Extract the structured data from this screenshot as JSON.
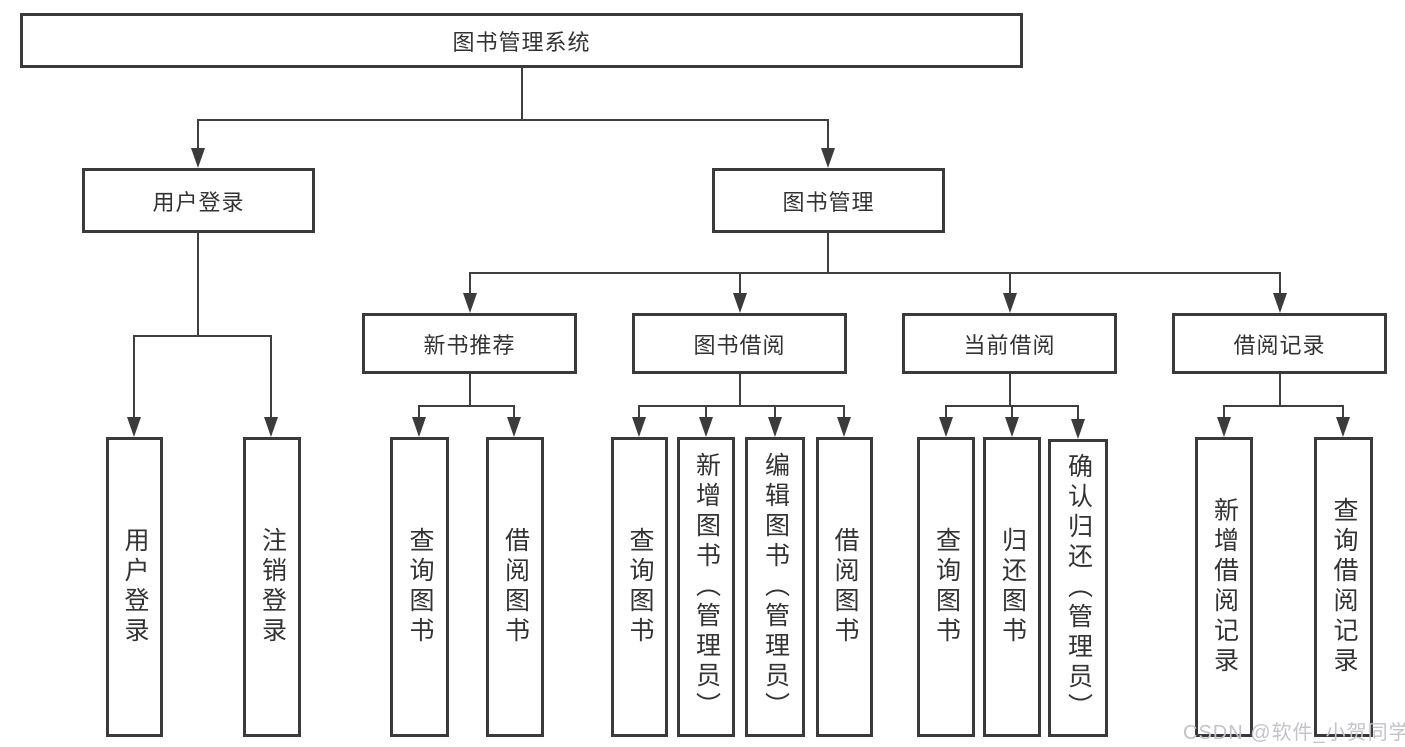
{
  "diagram_type": "hierarchy-tree",
  "colors": {
    "box_border": "#3a3a3a",
    "connector_line": "#3f3f3f",
    "text": "#333333",
    "background": "#ffffff",
    "watermark": "#c3c3c8"
  },
  "watermark": {
    "text": "CSDN @软件_小贺同学"
  },
  "tree": {
    "label": "图书管理系统",
    "children": [
      {
        "label": "用户登录",
        "children": [
          {
            "label": "用户登录"
          },
          {
            "label": "注销登录"
          }
        ]
      },
      {
        "label": "图书管理",
        "children": [
          {
            "label": "新书推荐",
            "children": [
              {
                "label": "查询图书"
              },
              {
                "label": "借阅图书"
              }
            ]
          },
          {
            "label": "图书借阅",
            "children": [
              {
                "label": "查询图书"
              },
              {
                "label": "新增图书（管理员）"
              },
              {
                "label": "编辑图书（管理员）"
              },
              {
                "label": "借阅图书"
              }
            ]
          },
          {
            "label": "当前借阅",
            "children": [
              {
                "label": "查询图书"
              },
              {
                "label": "归还图书"
              },
              {
                "label": "确认归还（管理员）"
              }
            ]
          },
          {
            "label": "借阅记录",
            "children": [
              {
                "label": "新增借阅记录"
              },
              {
                "label": "查询借阅记录"
              }
            ]
          }
        ]
      }
    ]
  }
}
